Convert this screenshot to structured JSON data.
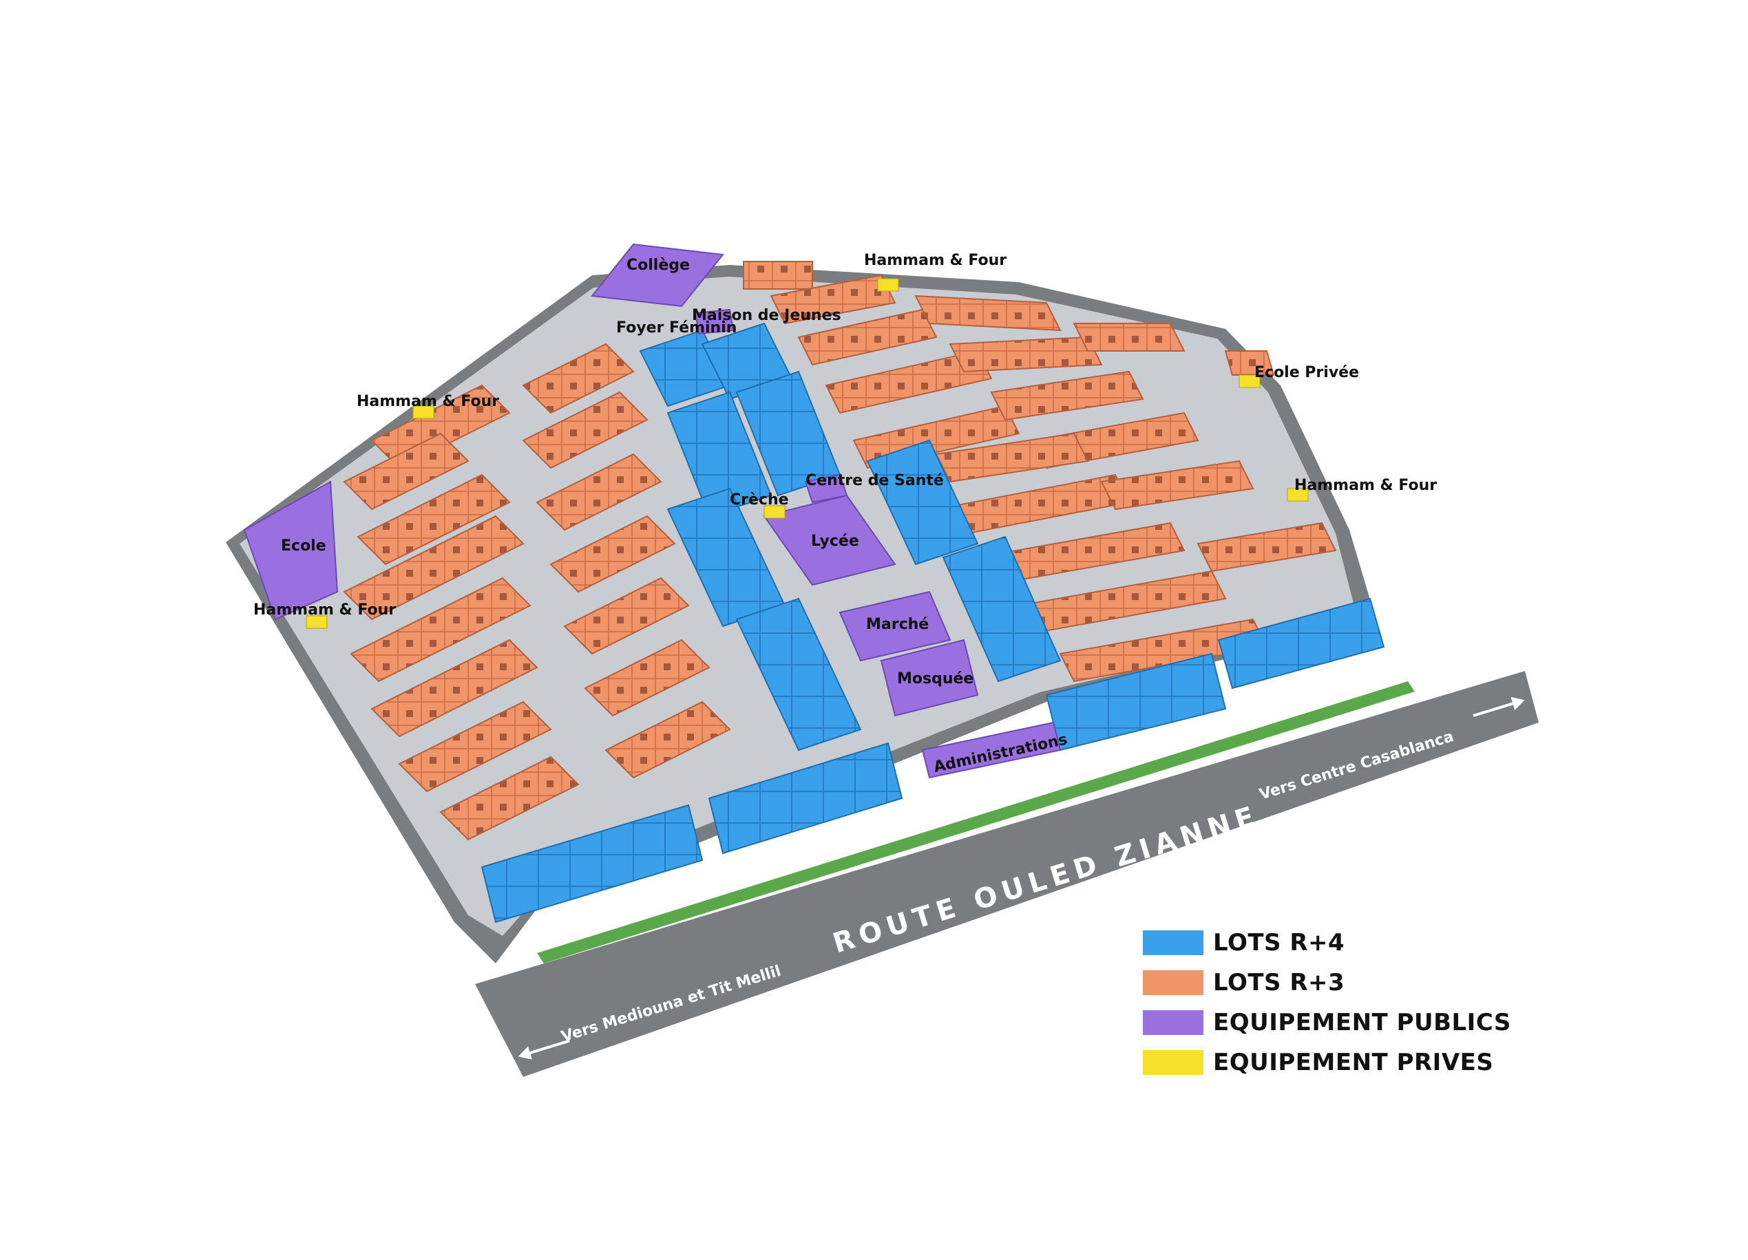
{
  "colors": {
    "lots_r4": "#3aa0ec",
    "lots_r3": "#f0956a",
    "equipement_publics": "#9a6fe0",
    "equipement_prives": "#f6e02a",
    "road": "#7a7d80",
    "ground": "#c9ccd0",
    "green": "#5aa84a"
  },
  "labels": {
    "college": "Collège",
    "hammam_four": "Hammam & Four",
    "maison_de_jeunes": "Maison de Jeunes",
    "foyer_feminin": "Foyer Féminin",
    "ecole_privee": "Ecole Privée",
    "ecole": "Ecole",
    "creche": "Crèche",
    "centre_de_sante": "Centre de Santé",
    "lycee": "Lycée",
    "marche": "Marché",
    "mosquee": "Mosquée",
    "administrations": "Administrations"
  },
  "roads": {
    "main": "ROUTE OULED ZIANNE",
    "to_casablanca": "Vers Centre Casablanca",
    "to_mediouna": "Vers Mediouna et Tit Mellil"
  },
  "legend": [
    {
      "label": "LOTS R+4",
      "color": "#3aa0ec"
    },
    {
      "label": "LOTS R+3",
      "color": "#f0956a"
    },
    {
      "label": "EQUIPEMENT PUBLICS",
      "color": "#9a6fe0"
    },
    {
      "label": "EQUIPEMENT PRIVES",
      "color": "#f6e02a"
    }
  ]
}
